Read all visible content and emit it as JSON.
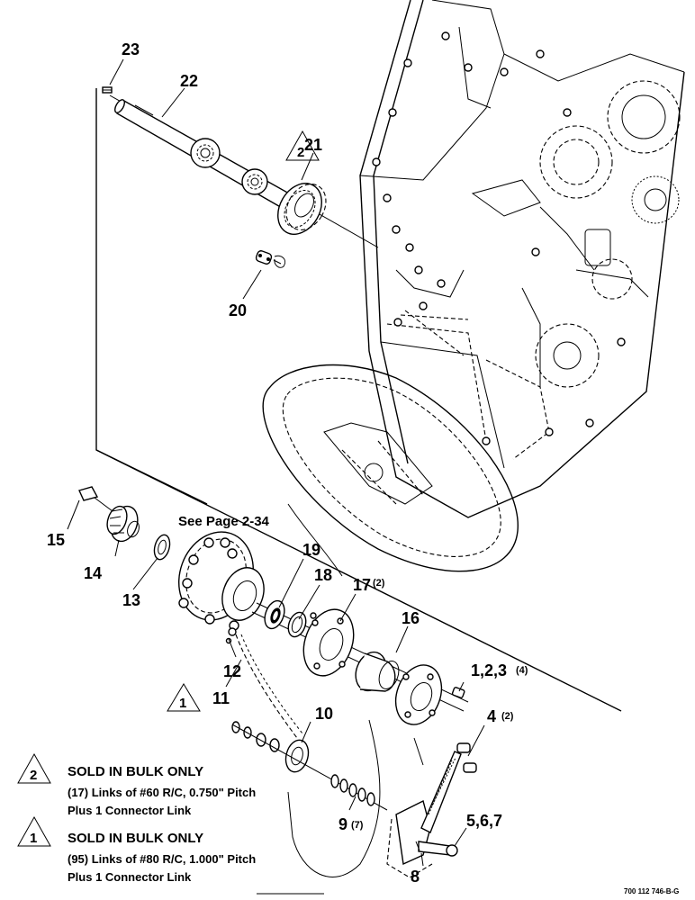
{
  "callouts": {
    "c1": "1,2,3",
    "c1q": "(4)",
    "c4": "4",
    "c4q": "(2)",
    "c5": "5,6,7",
    "c8": "8",
    "c9": "9",
    "c9q": "(7)",
    "c10": "10",
    "c11": "11",
    "c12": "12",
    "c13": "13",
    "c14": "14",
    "c15": "15",
    "c16": "16",
    "c17": "17",
    "c17q": "(2)",
    "c18": "18",
    "c19": "19",
    "c20": "20",
    "c21": "21",
    "c22": "22",
    "c23": "23"
  },
  "see_page": "See Page 2-34",
  "triangles": {
    "t1": "1",
    "t2": "2"
  },
  "notes": [
    {
      "marker": "2",
      "heading": "SOLD IN BULK ONLY",
      "line1": "(17) Links of #60 R/C, 0.750\" Pitch",
      "line2": "Plus 1 Connector Link"
    },
    {
      "marker": "1",
      "heading": "SOLD IN BULK ONLY",
      "line1": "(95) Links of #80 R/C, 1.000\" Pitch",
      "line2": "Plus 1 Connector Link"
    }
  ],
  "figure_id": "700 112 746-B-G"
}
